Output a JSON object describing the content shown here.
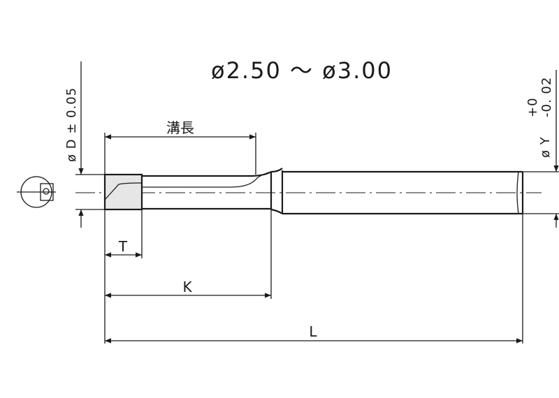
{
  "title": "ø2.50 ～ ø3.00",
  "labels": {
    "groove_length": "溝長",
    "T": "T",
    "K": "K",
    "L": "L",
    "diameter_D": "ø D ± 0.05",
    "diameter_Y": "ø Y",
    "tolerance_upper": "+0",
    "tolerance_lower": "-0. 02"
  },
  "icons": {
    "projection_symbol": "first-angle-projection-icon"
  },
  "colors": {
    "line": "#1a1a1a",
    "tip_fill": "#e6e6e6",
    "background": "#ffffff"
  }
}
